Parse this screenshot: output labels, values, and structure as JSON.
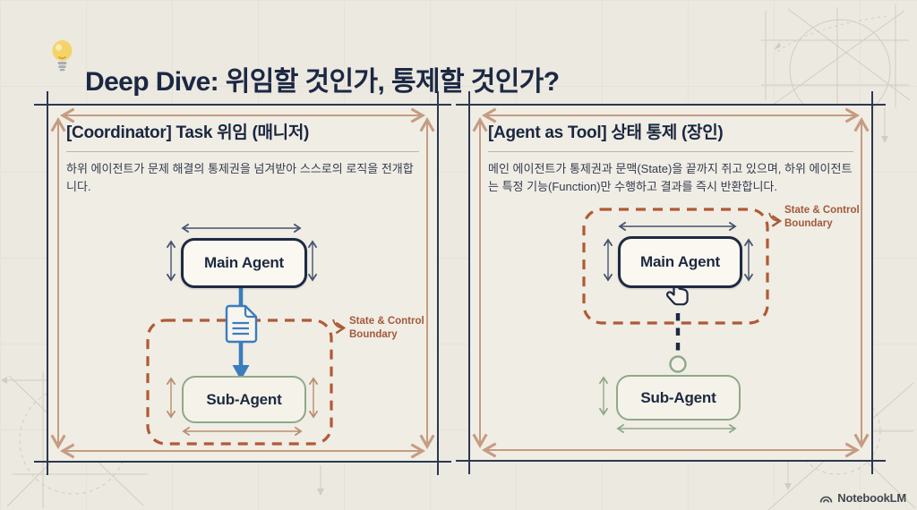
{
  "header": {
    "title": "Deep Dive: 위임할 것인가, 통제할 것인가?",
    "icon": "lightbulb-icon"
  },
  "panels": {
    "coordinator": {
      "title": "[Coordinator] Task 위임 (매니저)",
      "description": "하위 에이전트가 문제 해결의 통제권을 넘겨받아 스스로의 로직을 전개합니다.",
      "main_agent": "Main Agent",
      "sub_agent": "Sub-Agent",
      "boundary_label": "State & Control Boundary",
      "flow_icon": "document-icon"
    },
    "agent_as_tool": {
      "title": "[Agent as Tool] 상태 통제 (장인)",
      "description": "메인 에이전트가 통제권과 문맥(State)을 끝까지 쥐고 있으며, 하위 에이전트는 특정 기능(Function)만 수행하고 결과를 즉시 반환합니다.",
      "main_agent": "Main Agent",
      "sub_agent": "Sub-Agent",
      "boundary_label": "State & Control Boundary",
      "flow_icon": "pointer-hand-icon"
    }
  },
  "footer": {
    "watermark": "NotebookLM",
    "logo": "notebooklm-logo"
  },
  "colors": {
    "background": "#ece9e1",
    "panel_bg": "#f0ede5",
    "navy": "#1e2a42",
    "frame_arrow": "#c59c82",
    "boundary_rust": "#b05a35",
    "label_rust": "#a4593a",
    "delegate_blue": "#3b7dbd",
    "sub_agent_green": "#8fa989",
    "dimension_tan": "#b98e70",
    "bulb_yellow": "#f4d469"
  }
}
